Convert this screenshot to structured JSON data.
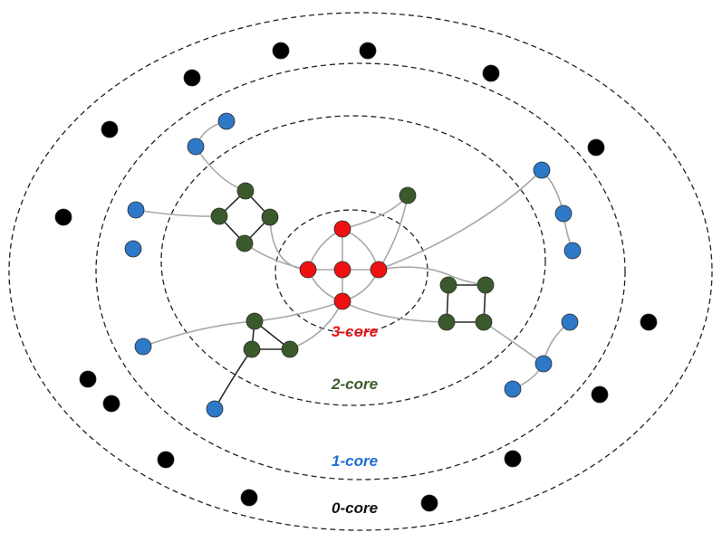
{
  "labels": {
    "core3": "3-core",
    "core2": "2-core",
    "core1": "1-core",
    "core0": "0-core"
  },
  "colors": {
    "core3": "#ee1111",
    "core2": "#3d5a2a",
    "core1": "#1f6fd1",
    "core0": "#111111",
    "node_core3": "#ee1111",
    "node_core2": "#3b5a2b",
    "node_core1": "#2e78c8",
    "node_core0": "#000000"
  }
}
